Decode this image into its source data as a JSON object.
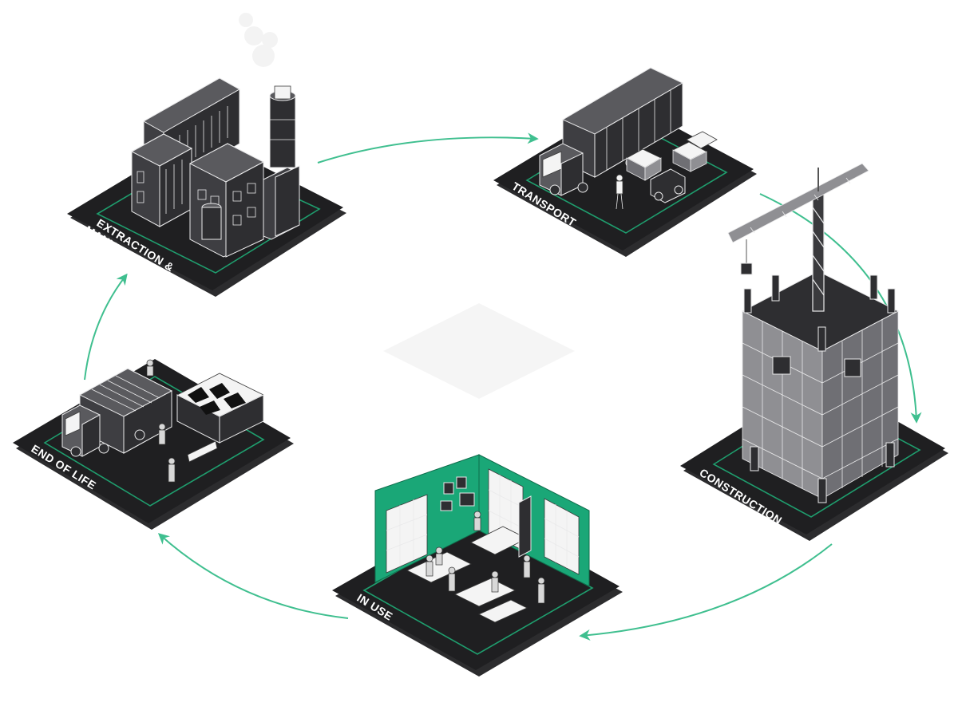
{
  "stages": {
    "extraction": {
      "label_line1": "EXTRACTION &",
      "label_line2": "MANUFACTURE"
    },
    "transport": {
      "label": "TRANSPORT"
    },
    "construction": {
      "label": "CONSTRUCTION"
    },
    "in_use": {
      "label": "IN USE"
    },
    "end_of_life": {
      "label": "END OF LIFE"
    }
  },
  "colors": {
    "tile": "#1f1f21",
    "tile_border": "#1f9e6e",
    "arrow": "#3fbf8f",
    "accent_green": "#1aa777",
    "background": "#ffffff"
  },
  "icons": [
    "factory-illustration",
    "truck-illustration",
    "crane-tower-illustration",
    "office-illustration",
    "garbage-truck-illustration"
  ]
}
